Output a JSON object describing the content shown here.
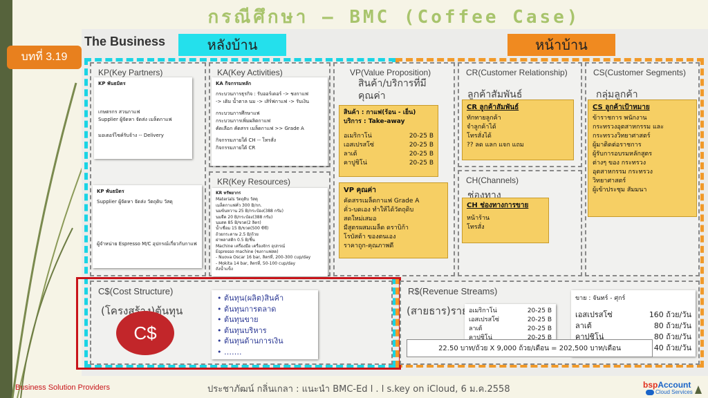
{
  "slide": {
    "title": "กรณีศึกษา – BMC (Coffee Case)",
    "lesson_badge": "บทที่ 3.19",
    "canvas_heading": "The Business",
    "header_back": "หลังบ้าน",
    "header_front": "หน้าบ้าน"
  },
  "kp": {
    "title": "KP(Key Partners)",
    "card1": {
      "title": "KP พันธมิตร",
      "lines": [
        "เกษตรกร สวนกาแฟ",
        "Supplier ผู้จัดหา จัดส่ง เมล็ดกาแฟ",
        "มอเตอร์ไซค์รับจ้าง -- Delivery"
      ]
    },
    "card2": {
      "title": "KP พันธมิตร",
      "lines": [
        "Supplier ผู้จัดหา จัดส่ง วัตถุดิบ วัสดุ",
        "ผู้จำหน่าย Espresso M/C อุปกรณ์เกี่ยวกับกาแฟ"
      ]
    }
  },
  "ka": {
    "title": "KA(Key Activities)",
    "card": {
      "title": "KA กิจกรรมหลัก",
      "lines": [
        "กระบวนการธุรกิจ : รับออร์เดอร์ -> ชงกาแฟ",
        "-> เติม น้ำตาล นม -> เสิร์ฟกาแฟ -> รับเงิน",
        "กระบวนการศึกษาแฟ",
        "กระบวนการเพิ่มผลิตกาแฟ",
        "คัดเลือก คัดสรร เมล็ดกาแฟ >> Grade A",
        "กิจกรรมภายใต้ CH -- โทรสั่ง",
        "กิจกรรมภายใต้ CR"
      ]
    }
  },
  "kr": {
    "title": "KR(Key Resources)",
    "card": {
      "title": "KR ทรัพยากร",
      "lines": [
        "Materials วัตถุดิบ วัสดุ",
        "เมล็ดกาแฟคั่ว          300 B/กก.",
        "นมข้นหวาน             25 B/กระป๋อง(388 กรัม)",
        "นมจืด                   20 B/กระป๋อง(388 กรัม)",
        "นมสด                    85 B/ขวด(2 ลิตร)",
        "น้ำเชื่อม                  15 B/ขวด(500 ซีซี)",
        "ถ้วยกระดาษ            2.5 B/ถ้วย",
        "ฝาพลาสติก             0.5 B/ชิ้น",
        "Machine เครื่องมือ เครื่องจักร อุปกรณ์",
        "Espresso machine (ชงกาแฟสด)",
        "- Nuova Oscar 16 bar, ลิตรที่, 200-300 cup/day",
        "- Mokita 14 bar, ลิตรที่, 50-100 cup/day",
        "ถังน้ำแข็ง"
      ]
    }
  },
  "vp": {
    "title": "VP(Value Proposition)",
    "sub": "สินค้า/บริการที่มีคุณค่า",
    "product_label": "สินค้า : กาแฟ(ร้อน - เย็น)",
    "service_label": "บริการ :  Take-away",
    "prices": [
      {
        "name": "อเมริกาโน่",
        "price": "20-25 B"
      },
      {
        "name": "เอสเปรสโซ่",
        "price": "20-25 B"
      },
      {
        "name": "ลาเต้",
        "price": "20-25 B"
      },
      {
        "name": "คาปูชิโน่",
        "price": "20-25 B"
      }
    ],
    "value_title": "VP คุณค่า",
    "value_lines": [
      "คัดสรรเมล็ดกาแฟ Grade A",
      "คั่ว-บดเอง ทำให้ได้วัตถุดิบ",
      "สดใหม่เสมอ",
      "มีสูตรผสมเมล็ด ดราบิก้า",
      "โรบัสต้า ของตนเอง",
      "ราคาถูก-คุณภาพดี"
    ]
  },
  "cr": {
    "title": "CR(Customer Relationship)",
    "sub": "ลูกค้าสัมพันธ์",
    "card_title": "CR ลูกค้าสัมพันธ์",
    "lines": [
      "ทักทายลูกค้า",
      "จำลูกค้าได้",
      "โทรสั่งได้",
      "?? ลด แลก แจก แถม"
    ]
  },
  "ch": {
    "title": "CH(Channels)",
    "sub": "ช่องทาง",
    "card_title": "CH ช่องทางการขาย",
    "lines": [
      "หน้าร้าน",
      "โทรสั่ง"
    ]
  },
  "cs": {
    "title": "CS(Customer Segments)",
    "sub": "กลุ่มลูกค้า",
    "card_title": "CS ลูกค้าเป้าหมาย",
    "lines": [
      "ข้าราชการ พนักงาน",
      "กระทรวงอุตสาหกรรม และ",
      "กระทรวงวิทยาศาสตร์",
      "ผู้มาติดต่อราชการ",
      "ผู้รับการอบรมหลักสูตร",
      "ต่างๆ ของ กระทรวง",
      "อุตสาหกรรม กระทรวง",
      "วิทยาศาสตร์",
      "ผู้เข้าประชุม สัมมนา"
    ]
  },
  "cost": {
    "title": "C$(Cost Structure)",
    "sub": "(โครงสร้าง)ต้นทุน",
    "badge": "C$",
    "items": [
      "ต้นทุน(ผลิต)สินค้า",
      "ต้นทุนการตลาด",
      "ต้นทุนขาย",
      "ต้นทุนบริหาร",
      "ต้นทุนด้านการเงิน",
      "……."
    ]
  },
  "revenue": {
    "title": "R$(Revenue Streams)",
    "sub": "(สายธาร)รายได้",
    "prices": [
      {
        "name": "อเมริกาโน่",
        "price": "20-25 B"
      },
      {
        "name": "เอสเปรสโซ่",
        "price": "20-25 B"
      },
      {
        "name": "ลาเต้",
        "price": "20-25 B"
      },
      {
        "name": "คาปูชิโน่",
        "price": "20-25 B"
      }
    ],
    "sales_title": "ขาย : จันทร์ - ศุกร์",
    "sales": [
      {
        "name": "เอสเปรสโซ่",
        "qty": "160 ถ้วย/วัน"
      },
      {
        "name": "ลาเต้",
        "qty": "80 ถ้วย/วัน"
      },
      {
        "name": "คาปูชิโน่",
        "qty": "80 ถ้วย/วัน"
      },
      {
        "name": "",
        "qty": "40 ถ้วย/วัน"
      }
    ],
    "formula": "22.50 บาท/ถ้วย X 9,000 ถ้วย/เดือน = 202,500 บาท/เดือน"
  },
  "footer": {
    "left": "Business Solution Providers",
    "center": "ประชาภัฒน์ กลิ่นเกลา : แนะนำ BMC-Ed l . l s.key on iCloud, 6 ม.ค.2558",
    "brand_name": "bsp",
    "brand_accent": "Account",
    "brand_sub": "Cloud Services"
  },
  "colors": {
    "back_office": "#24e0ec",
    "front_office": "#f08a20",
    "title": "#a8c46c",
    "cost_badge": "#c2262a"
  }
}
